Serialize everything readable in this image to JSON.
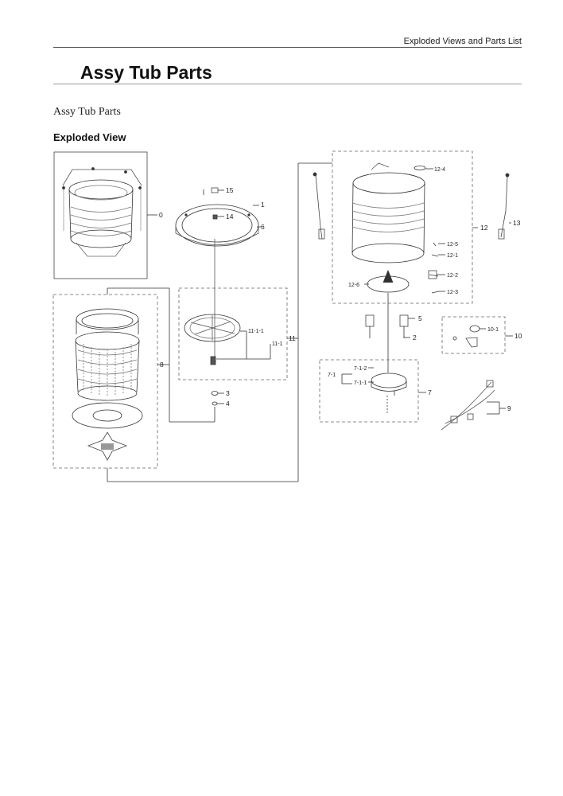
{
  "header": {
    "right_text": "Exploded Views and Parts List"
  },
  "page_title": "Assy Tub Parts",
  "subtitle": "Assy Tub Parts",
  "section_heading": "Exploded View",
  "callouts": {
    "c0": "0",
    "c1": "1",
    "c2": "2",
    "c3": "3",
    "c4": "4",
    "c5": "5",
    "c6": "6",
    "c7": "7",
    "c7_1": "7-1",
    "c7_1_1": "7-1-1",
    "c7_1_2": "7-1-2",
    "c8": "8",
    "c9": "9",
    "c10": "10",
    "c10_1": "10-1",
    "c11": "11",
    "c11_1": "11-1",
    "c11_1_1": "11-1-1",
    "c12": "12",
    "c12_1": "12-1",
    "c12_2": "12-2",
    "c12_3": "12-3",
    "c12_4": "12-4",
    "c12_5": "12-5",
    "c12_6": "12-6",
    "c13": "13",
    "c14": "14",
    "c15": "15"
  }
}
